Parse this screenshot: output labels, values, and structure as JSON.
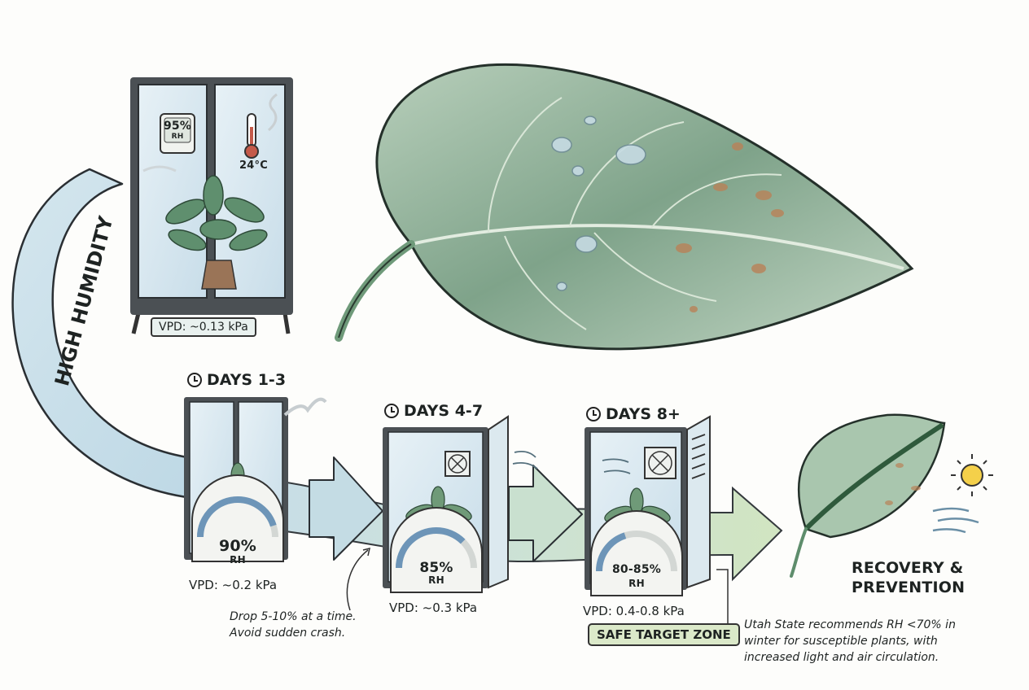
{
  "cabinet_top": {
    "hygrometer_value": "95%",
    "hygrometer_unit": "RH",
    "temperature": "24°C",
    "vpd": "VPD: ~0.13 kPa"
  },
  "arrow_label": "HIGH HUMIDITY",
  "stages": [
    {
      "title": "DAYS 1-3",
      "rh_value": "90%",
      "rh_unit": "RH",
      "vpd": "VPD: ~0.2 kPa",
      "gauge_fill": 0.9
    },
    {
      "title": "DAYS 4-7",
      "rh_value": "85%",
      "rh_unit": "RH",
      "vpd": "VPD: ~0.3 kPa",
      "gauge_fill": 0.75
    },
    {
      "title": "DAYS 8+",
      "rh_value": "80-85%",
      "rh_unit": "RH",
      "vpd": "VPD: 0.4-0.8 kPa",
      "gauge_fill": 0.4
    }
  ],
  "drop_note": {
    "line1": "Drop 5-10% at a time.",
    "line2": "Avoid sudden crash."
  },
  "safe_zone": "SAFE TARGET ZONE",
  "recovery": {
    "line1": "RECOVERY &",
    "line2": "PREVENTION"
  },
  "recommendation": {
    "line1": "Utah State recommends RH <70% in",
    "line2": "winter for susceptible plants, with",
    "line3": "increased light and air circulation."
  },
  "icons": [
    "thermometer-icon",
    "hygrometer-icon",
    "clock-icon",
    "fan-icon",
    "sun-icon",
    "wind-icon"
  ],
  "colors": {
    "leaf_green": "#5f8f6e",
    "arrow_blue": "#c9dfe6",
    "arrow_green": "#cfe3c0",
    "gauge_blue": "#6d95b8",
    "safe_zone_fill": "#dbe9c9",
    "spot_brown": "#b98258"
  }
}
